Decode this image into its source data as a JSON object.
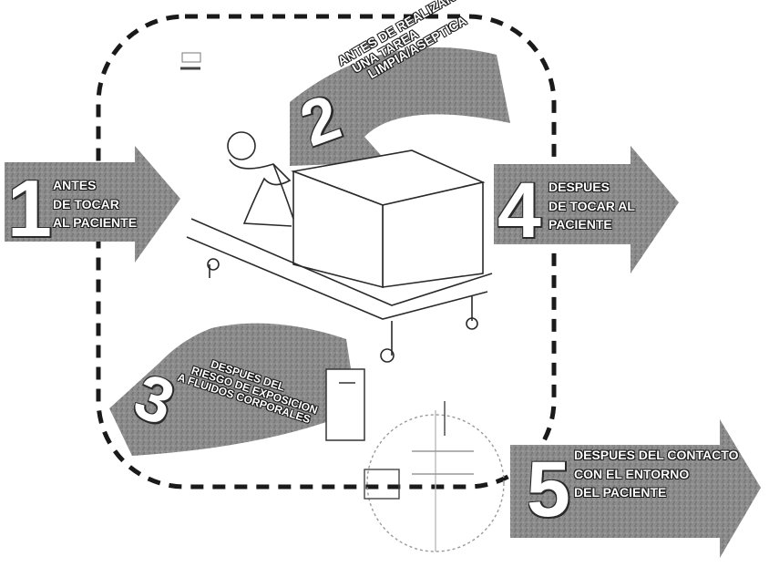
{
  "moments": [
    {
      "number": "1",
      "lines": [
        "ANTES",
        "DE TOCAR",
        "AL PACIENTE"
      ]
    },
    {
      "number": "2",
      "lines": [
        "ANTES DE REALIZAR",
        "UNA TAREA",
        "LIMPIA/ASEPTICA"
      ]
    },
    {
      "number": "3",
      "lines": [
        "DESPUES DEL",
        "RIESGO DE EXPOSICION",
        "A FLUIDOS CORPORALES"
      ]
    },
    {
      "number": "4",
      "lines": [
        "DESPUES",
        "DE TOCAR AL",
        "PACIENTE"
      ]
    },
    {
      "number": "5",
      "lines": [
        "DESPUES DEL CONTACTO",
        "CON EL ENTORNO",
        "DEL PACIENTE"
      ]
    }
  ],
  "colors": {
    "arrow": "#8c8c8c",
    "arrow_dark": "#5e5e5e",
    "dashed_zone": "#1a1a1a",
    "text": "#ffffff"
  }
}
